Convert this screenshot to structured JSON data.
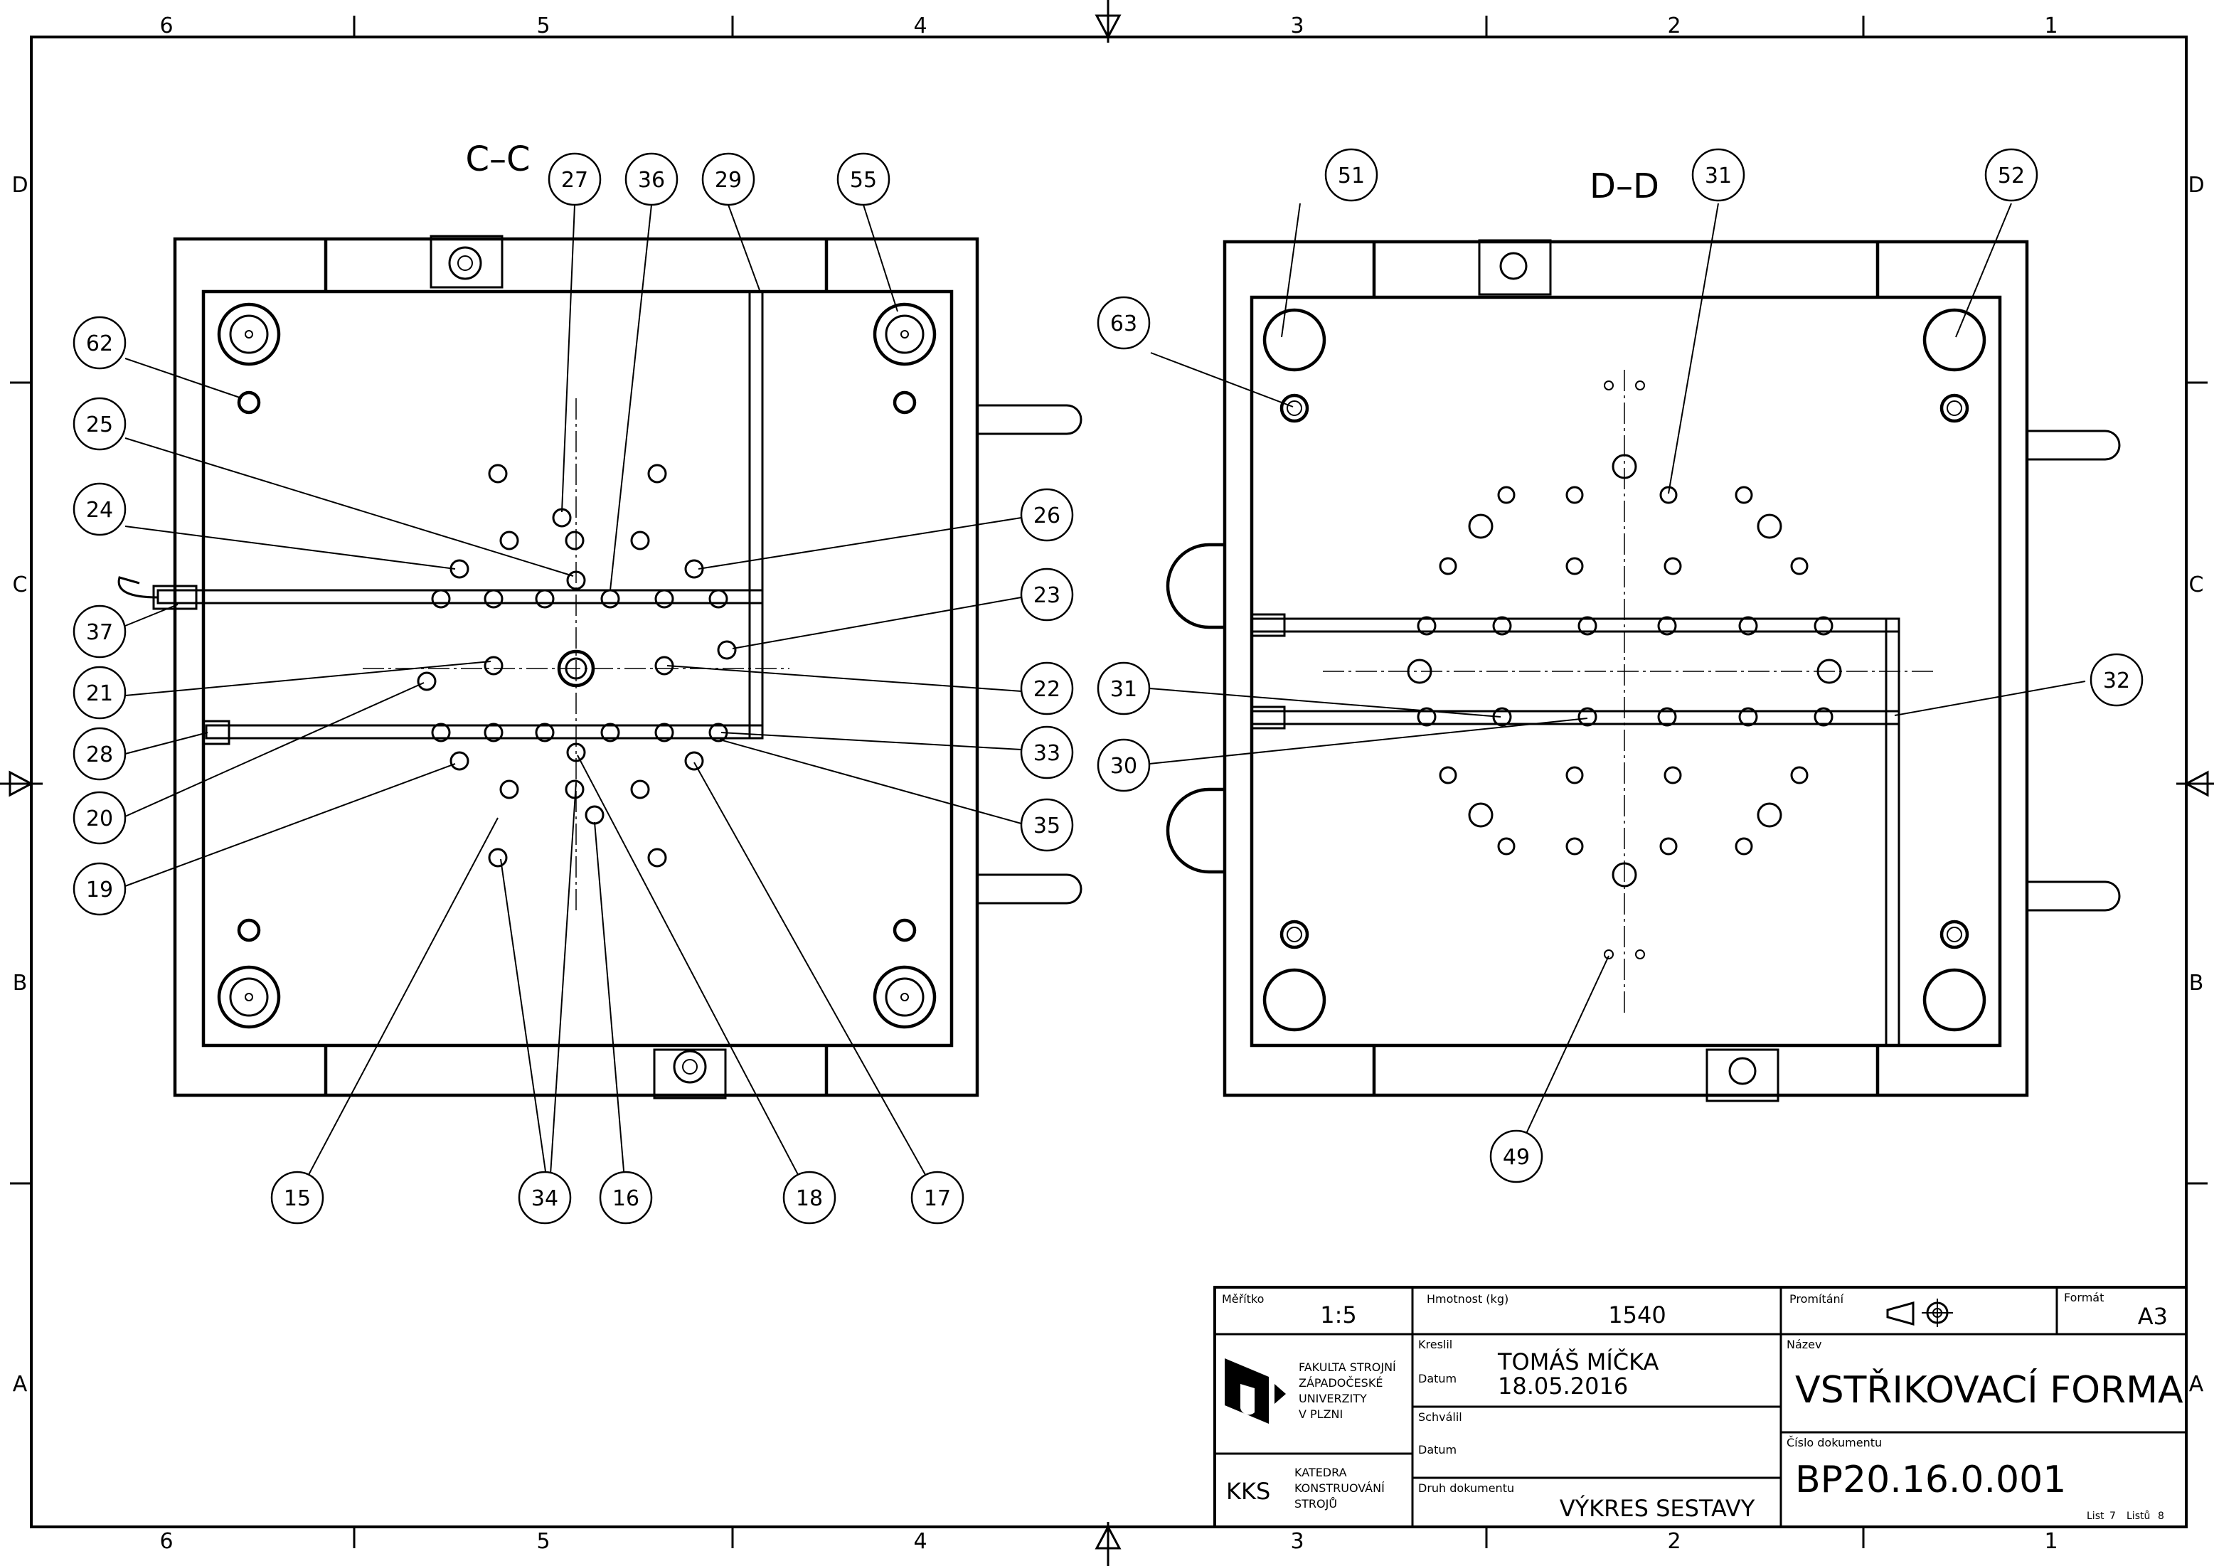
{
  "zones": {
    "columns": [
      "6",
      "5",
      "4",
      "3",
      "2",
      "1"
    ],
    "rows": [
      "D",
      "C",
      "B",
      "A"
    ]
  },
  "views": {
    "left_title": "C–C",
    "right_title": "D–D"
  },
  "balloons_left": [
    "27",
    "36",
    "29",
    "55",
    "62",
    "25",
    "24",
    "37",
    "21",
    "28",
    "20",
    "19",
    "26",
    "23",
    "22",
    "33",
    "35",
    "15",
    "34",
    "16",
    "18",
    "17"
  ],
  "balloons_right": [
    "51",
    "31",
    "52",
    "63",
    "31",
    "30",
    "32",
    "49"
  ],
  "title_block": {
    "scale_label": "Měřítko",
    "scale": "1:5",
    "mass_label": "Hmotnost (kg)",
    "mass": "1540",
    "projection_label": "Promítání",
    "format_label": "Formát",
    "format": "A3",
    "drawn_label": "Kreslil",
    "drawn_by": "TOMÁŠ MÍČKA",
    "date_label": "Datum",
    "date": "18.05.2016",
    "approved_label": "Schválil",
    "date2_label": "Datum",
    "faculty": [
      "FAKULTA STROJNÍ",
      "ZÁPADOČESKÉ",
      "UNIVERZITY",
      "V PLZNI"
    ],
    "dept_abbr": "KKS",
    "dept": [
      "KATEDRA",
      "KONSTRUOVÁNÍ",
      "STROJŮ"
    ],
    "doc_type_label": "Druh dokumentu",
    "doc_type": "VÝKRES SESTAVY",
    "name_label": "Název",
    "name": "VSTŘIKOVACÍ FORMA",
    "docnum_label": "Číslo dokumentu",
    "docnum": "BP20.16.0.001",
    "sheet_label": "List",
    "sheet": "7",
    "sheets_label": "Listů",
    "sheets": "8"
  }
}
